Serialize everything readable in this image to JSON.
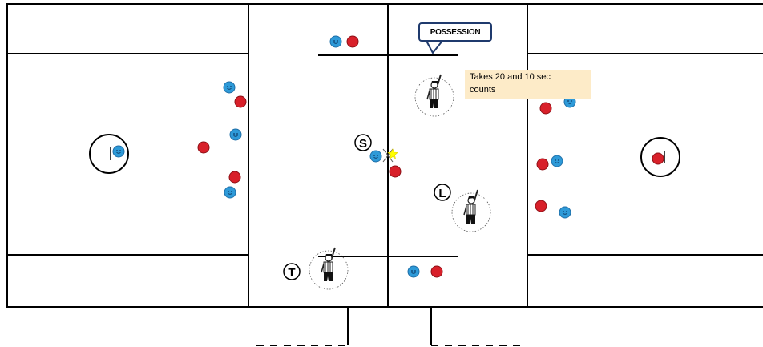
{
  "callout": {
    "text": "POSSESSION"
  },
  "note": {
    "line1": "Takes 20 and 10 sec",
    "line2": "counts"
  },
  "officials": [
    {
      "letter": "S"
    },
    {
      "letter": "L"
    },
    {
      "letter": "T"
    }
  ],
  "colors": {
    "blue_player": "#2e9ad8",
    "red_player": "#d8202a",
    "ball": "#ffff00",
    "field_lines": "#000000",
    "callout_border": "#1f3a6d",
    "note_background": "#fdebc8"
  }
}
